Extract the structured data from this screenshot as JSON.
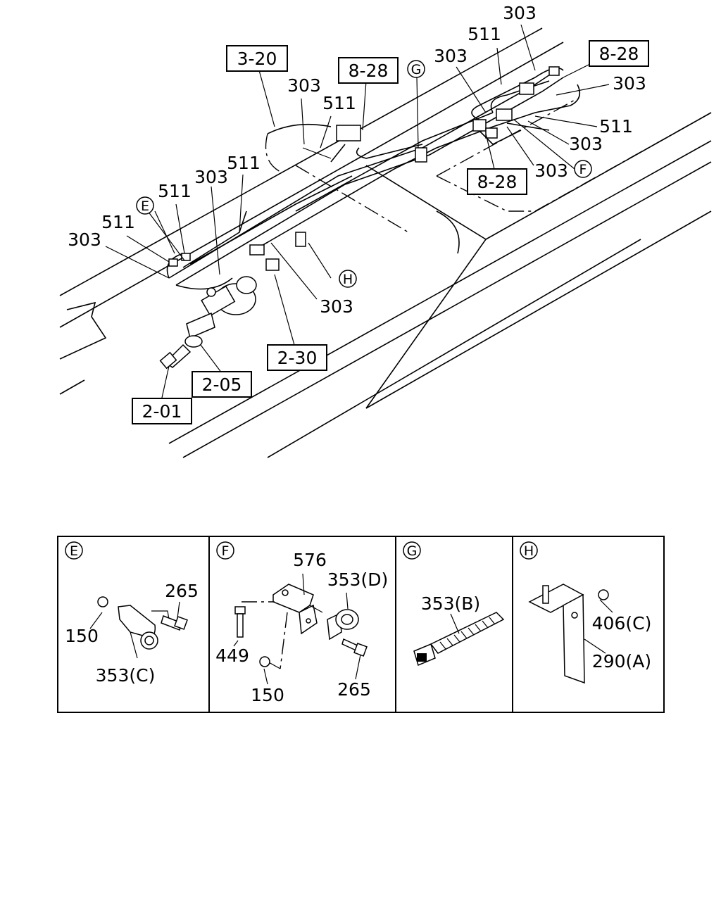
{
  "diagram": {
    "ref_boxes": [
      {
        "id": "ref-3-20",
        "text": "3-20"
      },
      {
        "id": "ref-8-28-a",
        "text": "8-28"
      },
      {
        "id": "ref-8-28-b",
        "text": "8-28"
      },
      {
        "id": "ref-8-28-c",
        "text": "8-28"
      },
      {
        "id": "ref-2-30",
        "text": "2-30"
      },
      {
        "id": "ref-2-05",
        "text": "2-05"
      },
      {
        "id": "ref-2-01",
        "text": "2-01"
      }
    ],
    "part_numbers": {
      "p303": "303",
      "p511": "511"
    },
    "detail_markers": {
      "E": "E",
      "F": "F",
      "G": "G",
      "H": "H"
    }
  },
  "details": {
    "E": {
      "marker": "E",
      "labels": {
        "p265": "265",
        "p150": "150",
        "p353c": "353(C)"
      }
    },
    "F": {
      "marker": "F",
      "labels": {
        "p576": "576",
        "p353d": "353(D)",
        "p449": "449",
        "p150": "150",
        "p265": "265"
      }
    },
    "G": {
      "marker": "G",
      "labels": {
        "p353b": "353(B)"
      }
    },
    "H": {
      "marker": "H",
      "labels": {
        "p406c": "406(C)",
        "p290a": "290(A)"
      }
    }
  }
}
